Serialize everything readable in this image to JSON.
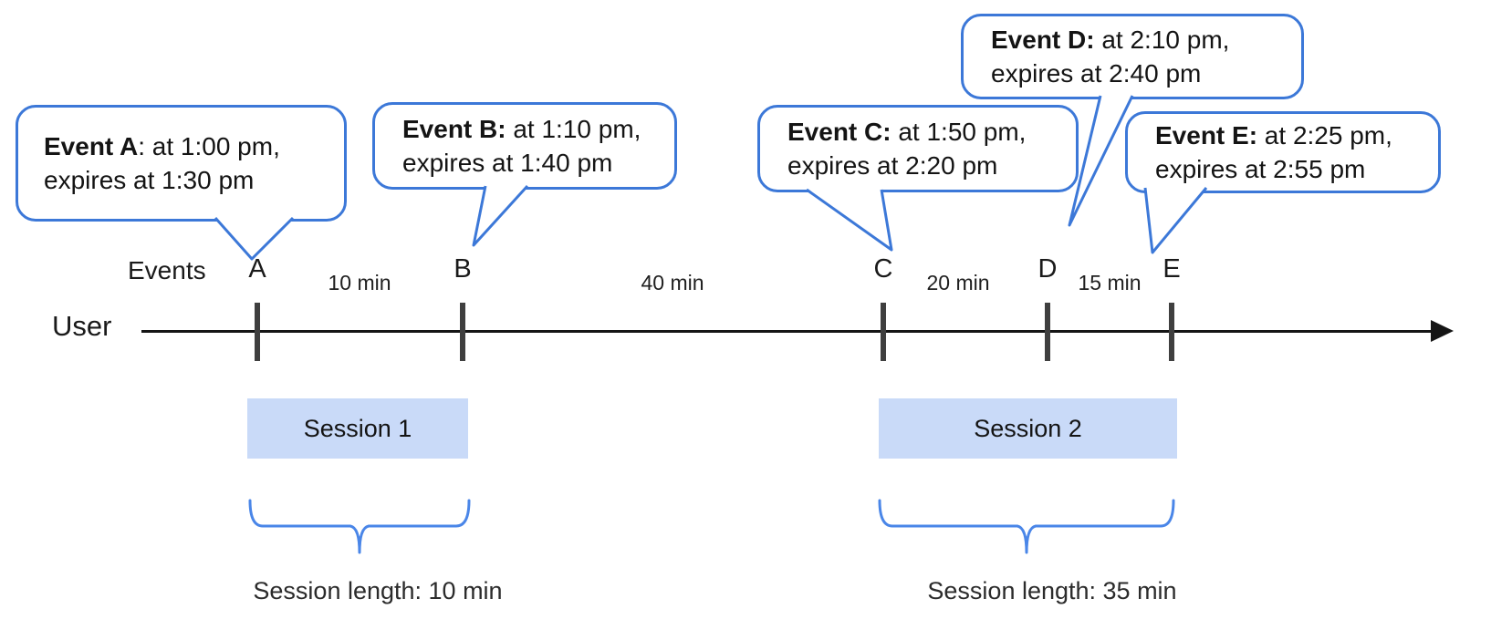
{
  "diagram": {
    "axis": {
      "events_label": "Events",
      "user_label": "User"
    },
    "events": [
      {
        "id": "A",
        "bubble_bold": "Event A",
        "bubble_rest": ": at 1:00 pm,",
        "bubble_line2": "expires at 1:30 pm"
      },
      {
        "id": "B",
        "bubble_bold": "Event B:",
        "bubble_rest": " at 1:10 pm,",
        "bubble_line2": "expires at 1:40 pm"
      },
      {
        "id": "C",
        "bubble_bold": "Event C:",
        "bubble_rest": " at 1:50 pm,",
        "bubble_line2": "expires at 2:20 pm"
      },
      {
        "id": "D",
        "bubble_bold": "Event D:",
        "bubble_rest": " at 2:10 pm,",
        "bubble_line2": "expires at 2:40 pm"
      },
      {
        "id": "E",
        "bubble_bold": "Event E:",
        "bubble_rest": " at 2:25 pm,",
        "bubble_line2": "expires at 2:55 pm"
      }
    ],
    "intervals": [
      {
        "between": "A-B",
        "label": "10 min"
      },
      {
        "between": "B-C",
        "label": "40 min"
      },
      {
        "between": "C-D",
        "label": "20 min"
      },
      {
        "between": "D-E",
        "label": "15 min"
      }
    ],
    "sessions": [
      {
        "label": "Session 1",
        "length_label": "Session length: 10 min"
      },
      {
        "label": "Session 2",
        "length_label": "Session length: 35 min"
      }
    ],
    "colors": {
      "bubble_border": "#3c78d8",
      "brace": "#4a86e8",
      "session_fill": "#c9daf8",
      "tick": "#3f3f3f",
      "timeline": "#151515"
    }
  }
}
